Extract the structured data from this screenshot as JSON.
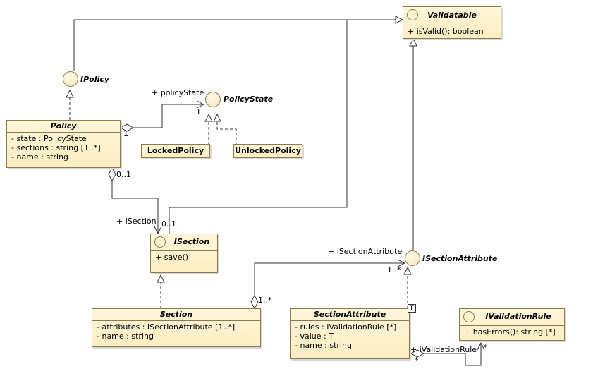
{
  "diagram": {
    "validatable": {
      "name": "Validatable",
      "operations": [
        "+ isValid(): boolean"
      ]
    },
    "ipolicy": {
      "name": "IPolicy"
    },
    "policy": {
      "name": "Policy",
      "attributes": [
        "- state : PolicyState",
        "- sections : string [1..*]",
        "- name : string"
      ]
    },
    "policy_state": {
      "name": "PolicyState"
    },
    "locked_policy": {
      "name": "LockedPolicy"
    },
    "unlocked_policy": {
      "name": "UnlockedPolicy"
    },
    "isection": {
      "name": "ISection",
      "operations": [
        "+ save()"
      ]
    },
    "section": {
      "name": "Section",
      "attributes": [
        "- attributes : ISectionAttribute [1..*]",
        "- name : string"
      ]
    },
    "isection_attribute": {
      "name": "ISectionAttribute"
    },
    "section_attribute": {
      "name": "SectionAttribute",
      "template_param": "T",
      "attributes": [
        "- rules : IValidationRule [*]",
        "- value : T",
        "- name : string"
      ]
    },
    "ivalidation_rule": {
      "name": "IValidationRule",
      "operations": [
        "+ hasErrors(): string [*]"
      ]
    },
    "labels": {
      "policy_state_role": "+ policyState",
      "policy_state_mult": "1",
      "policy_end_mult": "1",
      "policy_section_mult": "0..1",
      "isection_role": "+ iSection",
      "isection_mult": "0..1",
      "isection_attribute_role": "+ iSectionAttribute",
      "isection_attribute_mult": "1..*",
      "section_end_mult": "1..*",
      "ivalidation_rule_role": "+ iValidationRule",
      "rule_mult_top": "*",
      "rule_mult_bottom": "*"
    }
  }
}
